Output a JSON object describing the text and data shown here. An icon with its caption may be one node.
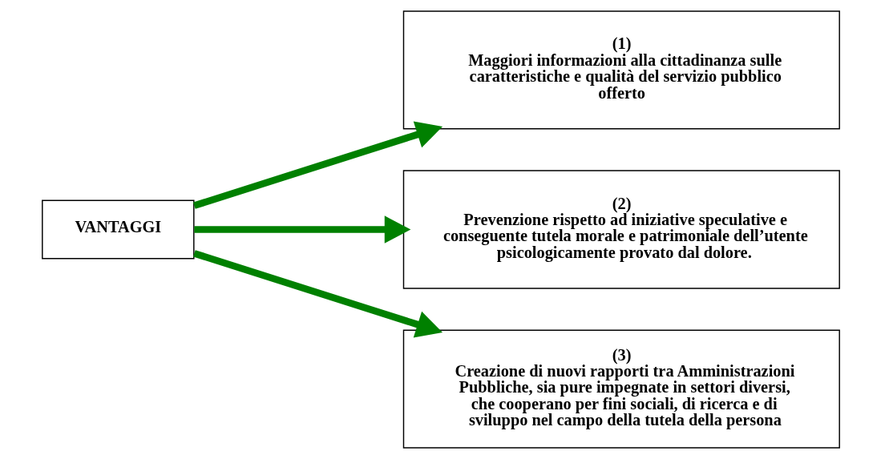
{
  "diagram": {
    "nodes": [
      {
        "text": [
          "VANTAGGI"
        ]
      },
      {
        "text": [
          "(1)",
          "Maggiori informazioni alla cittadinanza sulle caratteristiche e qualità del servizio pubblico offerto"
        ]
      },
      {
        "text": [
          "(2)",
          "Prevenzione rispetto ad iniziative speculative e conseguente tutela morale e patrimoniale dell’utente psicologicamente provato dal dolore."
        ]
      },
      {
        "text": [
          "(3)",
          "Creazione di nuovi rapporti tra Amministrazioni Pubbliche, sia pure impegnate in settori diversi, che cooperano per fini sociali, di ricerca e di sviluppo nel campo della tutela della persona"
        ]
      }
    ],
    "edges": [
      {
        "from": 0,
        "to": 1,
        "arrow": "to"
      },
      {
        "from": 0,
        "to": 2,
        "arrow": "to"
      },
      {
        "from": 0,
        "to": 3,
        "arrow": "to"
      }
    ]
  }
}
